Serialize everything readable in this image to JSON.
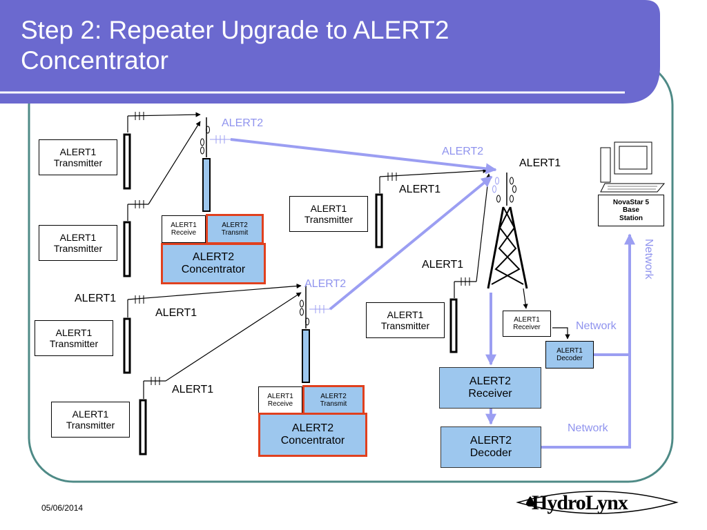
{
  "slide": {
    "title_line1": "Step 2: Repeater Upgrade to ALERT2",
    "title_line2": "Concentrator",
    "date": "05/06/2014",
    "logo": "HydroLynx",
    "colors": {
      "title_bar": "#6b69cf",
      "border": "#4e8a86",
      "link_purple": "#9b9ef2",
      "box_blue": "#9dc7ee",
      "box_red_border": "#e0401e"
    }
  },
  "diagram": {
    "transmitter_label": "ALERT1 Transmitter",
    "transmitter_line1": "ALERT1",
    "transmitter_line2": "Transmitter",
    "alert1": "ALERT1",
    "alert2": "ALERT2",
    "network": "Network",
    "concentrator": {
      "receive_line1": "ALERT1",
      "receive_line2": "Receive",
      "transmit_line1": "ALERT2",
      "transmit_line2": "Transmit",
      "title_line1": "ALERT2",
      "title_line2": "Concentrator"
    },
    "alert1_receiver": {
      "line1": "ALERT1",
      "line2": "Receiver"
    },
    "alert1_decoder": {
      "line1": "ALERT1",
      "line2": "Decoder"
    },
    "alert2_receiver": {
      "line1": "ALERT2",
      "line2": "Receiver"
    },
    "alert2_decoder": {
      "line1": "ALERT2",
      "line2": "Decoder"
    },
    "base_station": {
      "line1": "NovaStar 5",
      "line2": "Base",
      "line3": "Station"
    }
  }
}
